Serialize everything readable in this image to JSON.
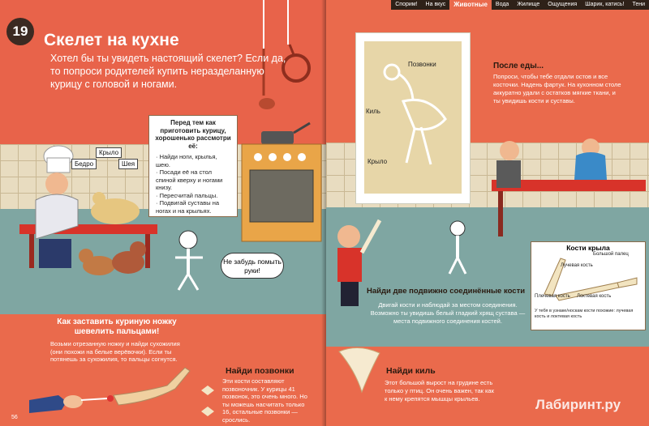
{
  "page_number": "19",
  "nav_tabs": [
    "Спорим!",
    "На вкус",
    "Животные",
    "Вода",
    "Жилище",
    "Ощущения",
    "Шарик, катись!",
    "Тени"
  ],
  "nav_active_index": 2,
  "left": {
    "title": "Скелет на кухне",
    "intro": "Хотел бы ты увидеть настоящий скелет? Если да, то попроси родителей купить неразделанную курицу с головой и ногами.",
    "chicken_labels": {
      "wing": "Крыло",
      "thigh": "Бедро",
      "neck": "Шея"
    },
    "card": {
      "heading": "Перед тем как приготовить курицу, хорошенько рассмотри её:",
      "items": [
        "· Найди ноги, крылья, шею.",
        "· Посади её на стол спиной кверху и ногами книзу.",
        "· Пересчитай пальцы.",
        "· Подвигай суставы на ногах и на крыльях."
      ]
    },
    "bubble": "Не забудь помыть руки!",
    "leg_heading": "Как заставить куриную ножку шевелить пальцами!",
    "leg_text": "Возьми отрезанную ножку и найди сухожилия (они похожи на белые верёвочки). Если ты потянешь за сухожилия, то пальцы согнутся.",
    "vertebrae_heading": "Найди позвонки",
    "vertebrae_text": "Эти кости составляют позвоночник. У курицы 41 позвонок, это очень много. Но ты можешь насчитать только 16, остальные позвонки — срослись.",
    "page_num_small": "56"
  },
  "right": {
    "poster_labels": {
      "vertebrae": "Позвонки",
      "keel": "Киль",
      "wing": "Крыло"
    },
    "after_heading": "После еды...",
    "after_text": "Попроси, чтобы тебе отдали остов и все косточки. Надень фартук. На кухонном столе аккуратно удали с остатков мягкие ткани, и ты увидишь кости и суставы.",
    "wing_panel": {
      "title": "Кости крыла",
      "labels": {
        "big_finger": "Большой палец",
        "second_finger": "Лучевая кость",
        "ulna": "Локтевая кость",
        "humerus": "Плечевая кость"
      },
      "caption": "У тебя в узнаке/носкам кости похожие: лучевая кость и локтевая кость"
    },
    "joints_heading": "Найди две подвижно соединённые кости",
    "joints_text": "Двигай кости и наблюдай за местом соединения. Возможно ты увидишь белый гладкий хрящ сустава — места подвижного соединения костей.",
    "keel_heading": "Найди киль",
    "keel_text": "Этот большой вырост на грудине есть только у птиц. Он очень важен, так как к нему крепятся мышцы крыльев.",
    "watermark": "Лабиринт.ру"
  }
}
